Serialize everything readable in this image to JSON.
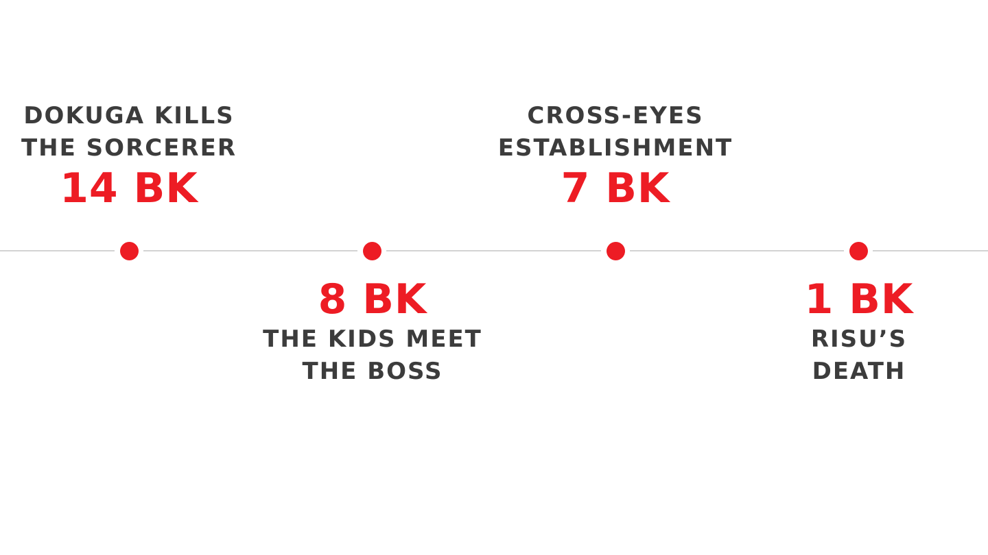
{
  "accent_color": "#ed1c24",
  "events": [
    {
      "title_lines": [
        "DOKUGA KILLS",
        "THE SORCERER"
      ],
      "value": "14 BK",
      "position": "above"
    },
    {
      "title_lines": [
        "THE KIDS MEET",
        "THE BOSS"
      ],
      "value": "8 BK",
      "position": "below"
    },
    {
      "title_lines": [
        "CROSS-EYES",
        "ESTABLISHMENT"
      ],
      "value": "7 BK",
      "position": "above"
    },
    {
      "title_lines": [
        "RISU’S",
        "DEATH"
      ],
      "value": "1 BK",
      "position": "below"
    }
  ]
}
